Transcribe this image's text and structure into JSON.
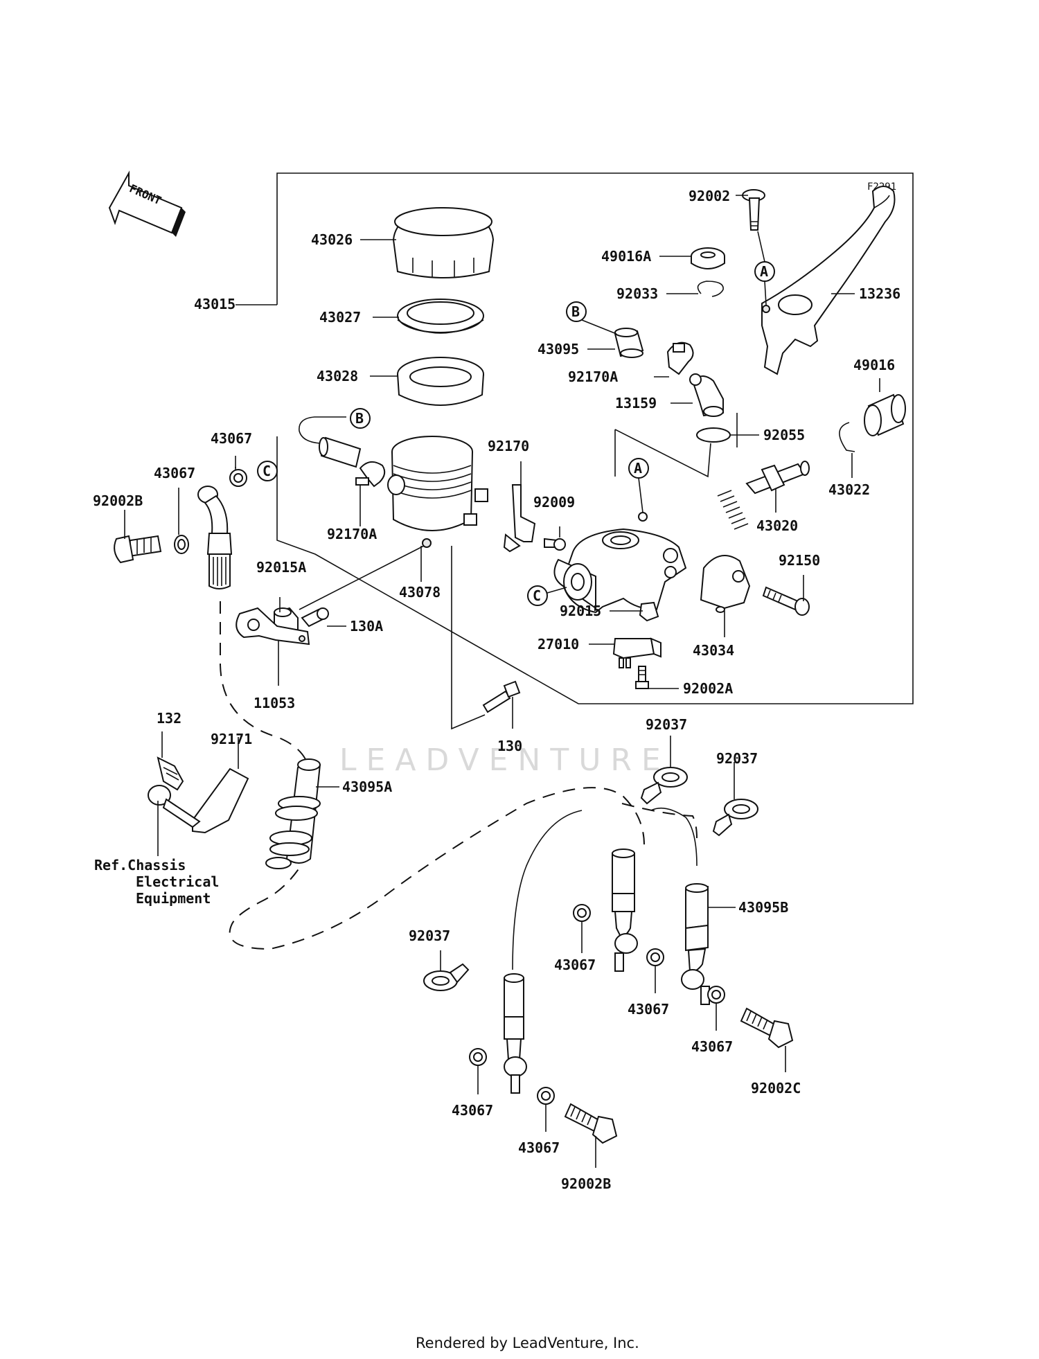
{
  "figure_id": "F2291",
  "front_arrow_label": "FRONT",
  "watermark": "LEADVENTURE",
  "footer": "Rendered by LeadVenture, Inc.",
  "ref_note": [
    "Ref.Chassis",
    "Electrical",
    "Equipment"
  ],
  "ref_letters": [
    "A",
    "B",
    "C"
  ],
  "part_labels": {
    "p43026": "43026",
    "p43015": "43015",
    "p43027": "43027",
    "p43028": "43028",
    "p43067_a": "43067",
    "p43067_b": "43067",
    "p92002B_a": "92002B",
    "p92170A_a": "92170A",
    "p92170": "92170",
    "p92009": "92009",
    "p43078": "43078",
    "p92015A": "92015A",
    "p130A": "130A",
    "p11053": "11053",
    "p130": "130",
    "p92002": "92002",
    "p49016A": "49016A",
    "p92033": "92033",
    "p43095": "43095",
    "p92170A_b": "92170A",
    "p13159": "13159",
    "p13236": "13236",
    "p49016": "49016",
    "p92055": "92055",
    "p43022": "43022",
    "p43020": "43020",
    "p92150": "92150",
    "p92015": "92015",
    "p43034": "43034",
    "p27010": "27010",
    "p92002A": "92002A",
    "p132": "132",
    "p92171": "92171",
    "p43095A": "43095A",
    "p92037_a": "92037",
    "p92037_b": "92037",
    "p92037_c": "92037",
    "p43095B": "43095B",
    "p43067_c": "43067",
    "p43067_d": "43067",
    "p43067_e": "43067",
    "p43067_f": "43067",
    "p43067_g": "43067",
    "p92002C": "92002C",
    "p92002B_b": "92002B"
  }
}
